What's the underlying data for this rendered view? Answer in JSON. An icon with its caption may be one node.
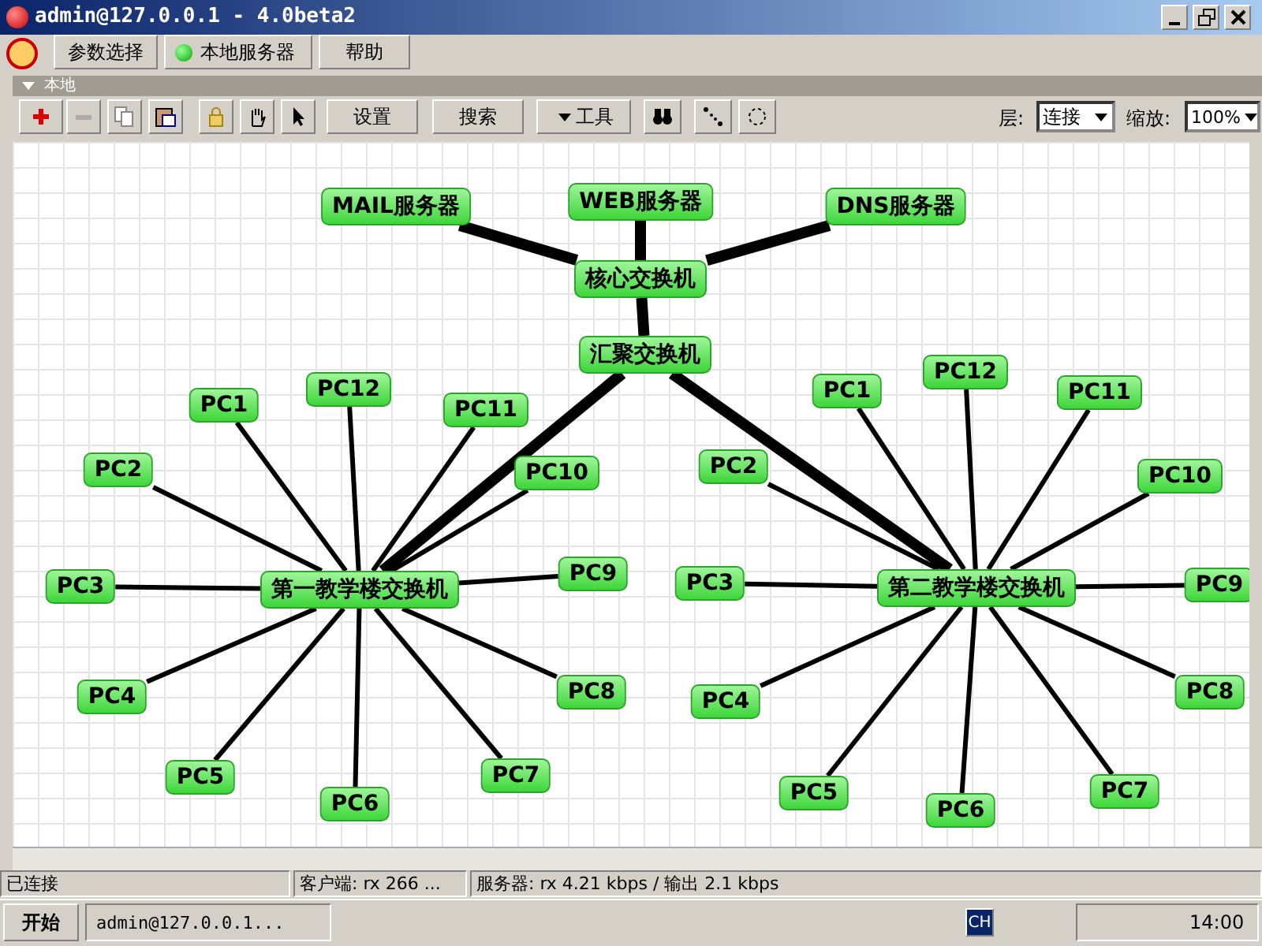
{
  "diagram": {
    "nodes": [
      {
        "text": [
          "MAIL服务器"
        ]
      },
      {
        "text": [
          "WEB服务器"
        ]
      },
      {
        "text": [
          "DNS服务器"
        ]
      },
      {
        "text": [
          "核心交换机"
        ]
      },
      {
        "text": [
          "汇聚交换机"
        ]
      },
      {
        "text": [
          "PC1"
        ]
      },
      {
        "text": [
          "PC12"
        ]
      },
      {
        "text": [
          "PC11"
        ]
      },
      {
        "text": [
          "PC10"
        ]
      },
      {
        "text": [
          "PC2"
        ]
      },
      {
        "text": [
          "PC3"
        ]
      },
      {
        "text": [
          "第一教学楼交换机"
        ]
      },
      {
        "text": [
          "PC9"
        ]
      },
      {
        "text": [
          "PC4"
        ]
      },
      {
        "text": [
          "PC8"
        ]
      },
      {
        "text": [
          "PC5"
        ]
      },
      {
        "text": [
          "PC7"
        ]
      },
      {
        "text": [
          "PC6"
        ]
      },
      {
        "text": [
          "PC1"
        ]
      },
      {
        "text": [
          "PC12"
        ]
      },
      {
        "text": [
          "PC11"
        ]
      },
      {
        "text": [
          "PC2"
        ]
      },
      {
        "text": [
          "PC10"
        ]
      },
      {
        "text": [
          "PC3"
        ]
      },
      {
        "text": [
          "第二教学楼交换机"
        ]
      },
      {
        "text": [
          "PC9"
        ]
      },
      {
        "text": [
          "PC4"
        ]
      },
      {
        "text": [
          "PC8"
        ]
      },
      {
        "text": [
          "PC5"
        ]
      },
      {
        "text": [
          "PC7"
        ]
      },
      {
        "text": [
          "PC6"
        ]
      }
    ],
    "edges": [
      {
        "from": 0,
        "to": 3,
        "arrow": "none",
        "style": "thick"
      },
      {
        "from": 1,
        "to": 3,
        "arrow": "none",
        "style": "thick"
      },
      {
        "from": 2,
        "to": 3,
        "arrow": "none",
        "style": "thick"
      },
      {
        "from": 3,
        "to": 4,
        "arrow": "none",
        "style": "thick"
      },
      {
        "from": 4,
        "to": 11,
        "arrow": "none",
        "style": "thick"
      },
      {
        "from": 4,
        "to": 24,
        "arrow": "none",
        "style": "thick"
      },
      {
        "from": 11,
        "to": 5,
        "arrow": "none"
      },
      {
        "from": 11,
        "to": 6,
        "arrow": "none"
      },
      {
        "from": 11,
        "to": 7,
        "arrow": "none"
      },
      {
        "from": 11,
        "to": 8,
        "arrow": "none"
      },
      {
        "from": 11,
        "to": 9,
        "arrow": "none"
      },
      {
        "from": 11,
        "to": 10,
        "arrow": "none"
      },
      {
        "from": 11,
        "to": 12,
        "arrow": "none"
      },
      {
        "from": 11,
        "to": 13,
        "arrow": "none"
      },
      {
        "from": 11,
        "to": 14,
        "arrow": "none"
      },
      {
        "from": 11,
        "to": 15,
        "arrow": "none"
      },
      {
        "from": 11,
        "to": 16,
        "arrow": "none"
      },
      {
        "from": 11,
        "to": 17,
        "arrow": "none"
      },
      {
        "from": 24,
        "to": 18,
        "arrow": "none"
      },
      {
        "from": 24,
        "to": 19,
        "arrow": "none"
      },
      {
        "from": 24,
        "to": 20,
        "arrow": "none"
      },
      {
        "from": 24,
        "to": 21,
        "arrow": "none"
      },
      {
        "from": 24,
        "to": 22,
        "arrow": "none"
      },
      {
        "from": 24,
        "to": 23,
        "arrow": "none"
      },
      {
        "from": 24,
        "to": 25,
        "arrow": "none"
      },
      {
        "from": 24,
        "to": 26,
        "arrow": "none"
      },
      {
        "from": 24,
        "to": 27,
        "arrow": "none"
      },
      {
        "from": 24,
        "to": 28,
        "arrow": "none"
      },
      {
        "from": 24,
        "to": 29,
        "arrow": "none"
      },
      {
        "from": 24,
        "to": 30,
        "arrow": "none"
      }
    ],
    "labels": [
      "admin@127.0.0.1 - 4.0beta2",
      "参数选择",
      "本地服务器",
      "帮助",
      "本地",
      "设置",
      "搜索",
      "工具",
      "层:",
      "连接",
      "缩放:",
      "100%",
      "已连接",
      "客户端: rx 266 ...",
      "服务器: rx 4.21 kbps / 输出 2.1 kbps",
      "开始",
      "admin@127.0.0.1...",
      "CH",
      "14:00"
    ]
  }
}
